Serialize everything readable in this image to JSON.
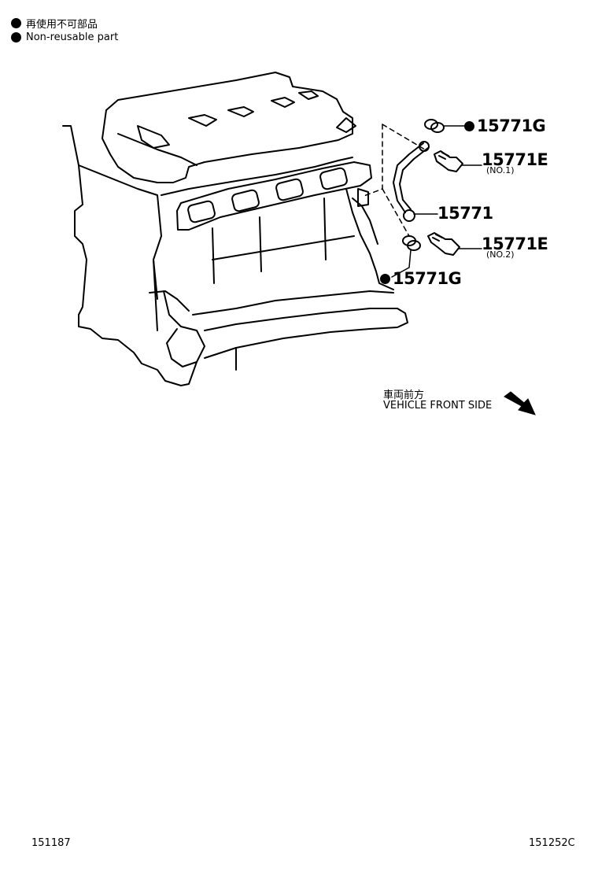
{
  "legend": {
    "non_reusable_jp": "再使用不可部品",
    "non_reusable_en": "Non-reusable part"
  },
  "parts": {
    "gasket_top": "15771G",
    "union_bolt_no1": "15771E",
    "union_bolt_no1_note": "(NO.1)",
    "oil_pipe": "15771",
    "union_bolt_no2": "15771E",
    "union_bolt_no2_note": "(NO.2)",
    "gasket_bottom": "15771G"
  },
  "direction": {
    "label_jp": "車両前方",
    "label_en": "VEHICLE FRONT SIDE"
  },
  "footer": {
    "left_code": "151187",
    "right_code": "151252C"
  }
}
